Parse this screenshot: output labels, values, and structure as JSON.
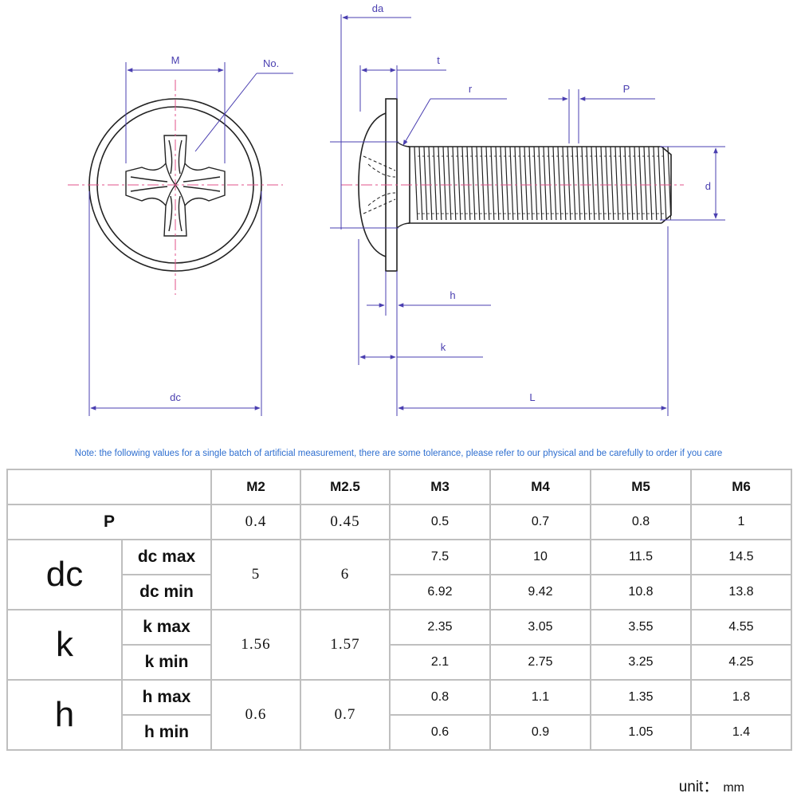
{
  "drawing": {
    "labels": {
      "M": "M",
      "no": "No.",
      "dc": "dc",
      "da": "da",
      "t": "t",
      "r": "r",
      "P": "P",
      "d": "d",
      "h": "h",
      "k": "k",
      "L": "L"
    },
    "colors": {
      "line": "#222222",
      "dim": "#4a3fb0",
      "center": "#e0528a"
    }
  },
  "note": "Note: the following values for a single batch of artificial measurement, there are some tolerance, please refer to our physical and be carefully to order if you care",
  "table": {
    "headers": [
      "M2",
      "M2.5",
      "M3",
      "M4",
      "M5",
      "M6"
    ],
    "p": {
      "label": "P",
      "values": [
        "0.4",
        "0.45",
        "0.5",
        "0.7",
        "0.8",
        "1"
      ]
    },
    "dc": {
      "group": "dc",
      "max_label": "dc max",
      "min_label": "dc min",
      "m2": "5",
      "m25": "6",
      "max": [
        "7.5",
        "10",
        "11.5",
        "14.5"
      ],
      "min": [
        "6.92",
        "9.42",
        "10.8",
        "13.8"
      ]
    },
    "k": {
      "group": "k",
      "max_label": "k max",
      "min_label": "k min",
      "m2": "1.56",
      "m25": "1.57",
      "max": [
        "2.35",
        "3.05",
        "3.55",
        "4.55"
      ],
      "min": [
        "2.1",
        "2.75",
        "3.25",
        "4.25"
      ]
    },
    "h": {
      "group": "h",
      "max_label": "h max",
      "min_label": "h min",
      "m2": "0.6",
      "m25": "0.7",
      "max": [
        "0.8",
        "1.1",
        "1.35",
        "1.8"
      ],
      "min": [
        "0.6",
        "0.9",
        "1.05",
        "1.4"
      ]
    }
  },
  "unit": {
    "label": "unit：",
    "value": "mm"
  }
}
